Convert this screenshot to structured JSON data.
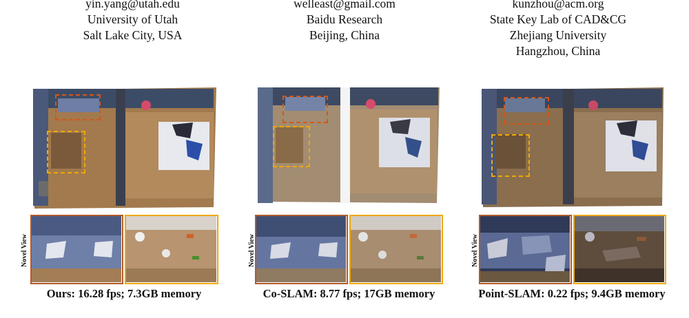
{
  "authors": [
    {
      "lines": [
        "yin.yang@utah.edu",
        "University of Utah",
        "Salt Lake City, USA"
      ]
    },
    {
      "lines": [
        "welleast@gmail.com",
        "Baidu Research",
        "Beijing, China"
      ]
    },
    {
      "lines": [
        "kunzhou@acm.org",
        "State Key Lab of CAD&CG",
        "Zhejiang University",
        "Hangzhou, China"
      ]
    }
  ],
  "panels": [
    {
      "caption": "Ours: 16.28 fps; 7.3GB memory",
      "novel_view_label": "Novel View"
    },
    {
      "caption": "Co-SLAM: 8.77 fps; 17GB memory",
      "novel_view_label": "Novel View"
    },
    {
      "caption": "Point-SLAM: 0.22 fps; 9.4GB memory",
      "novel_view_label": "Novel View"
    }
  ],
  "colors": {
    "sofa_box": "#d4571a",
    "table_box": "#f0a800",
    "floor": "#a27a4e",
    "wall": "#3d4c66",
    "bed": "#e8e8ef"
  }
}
